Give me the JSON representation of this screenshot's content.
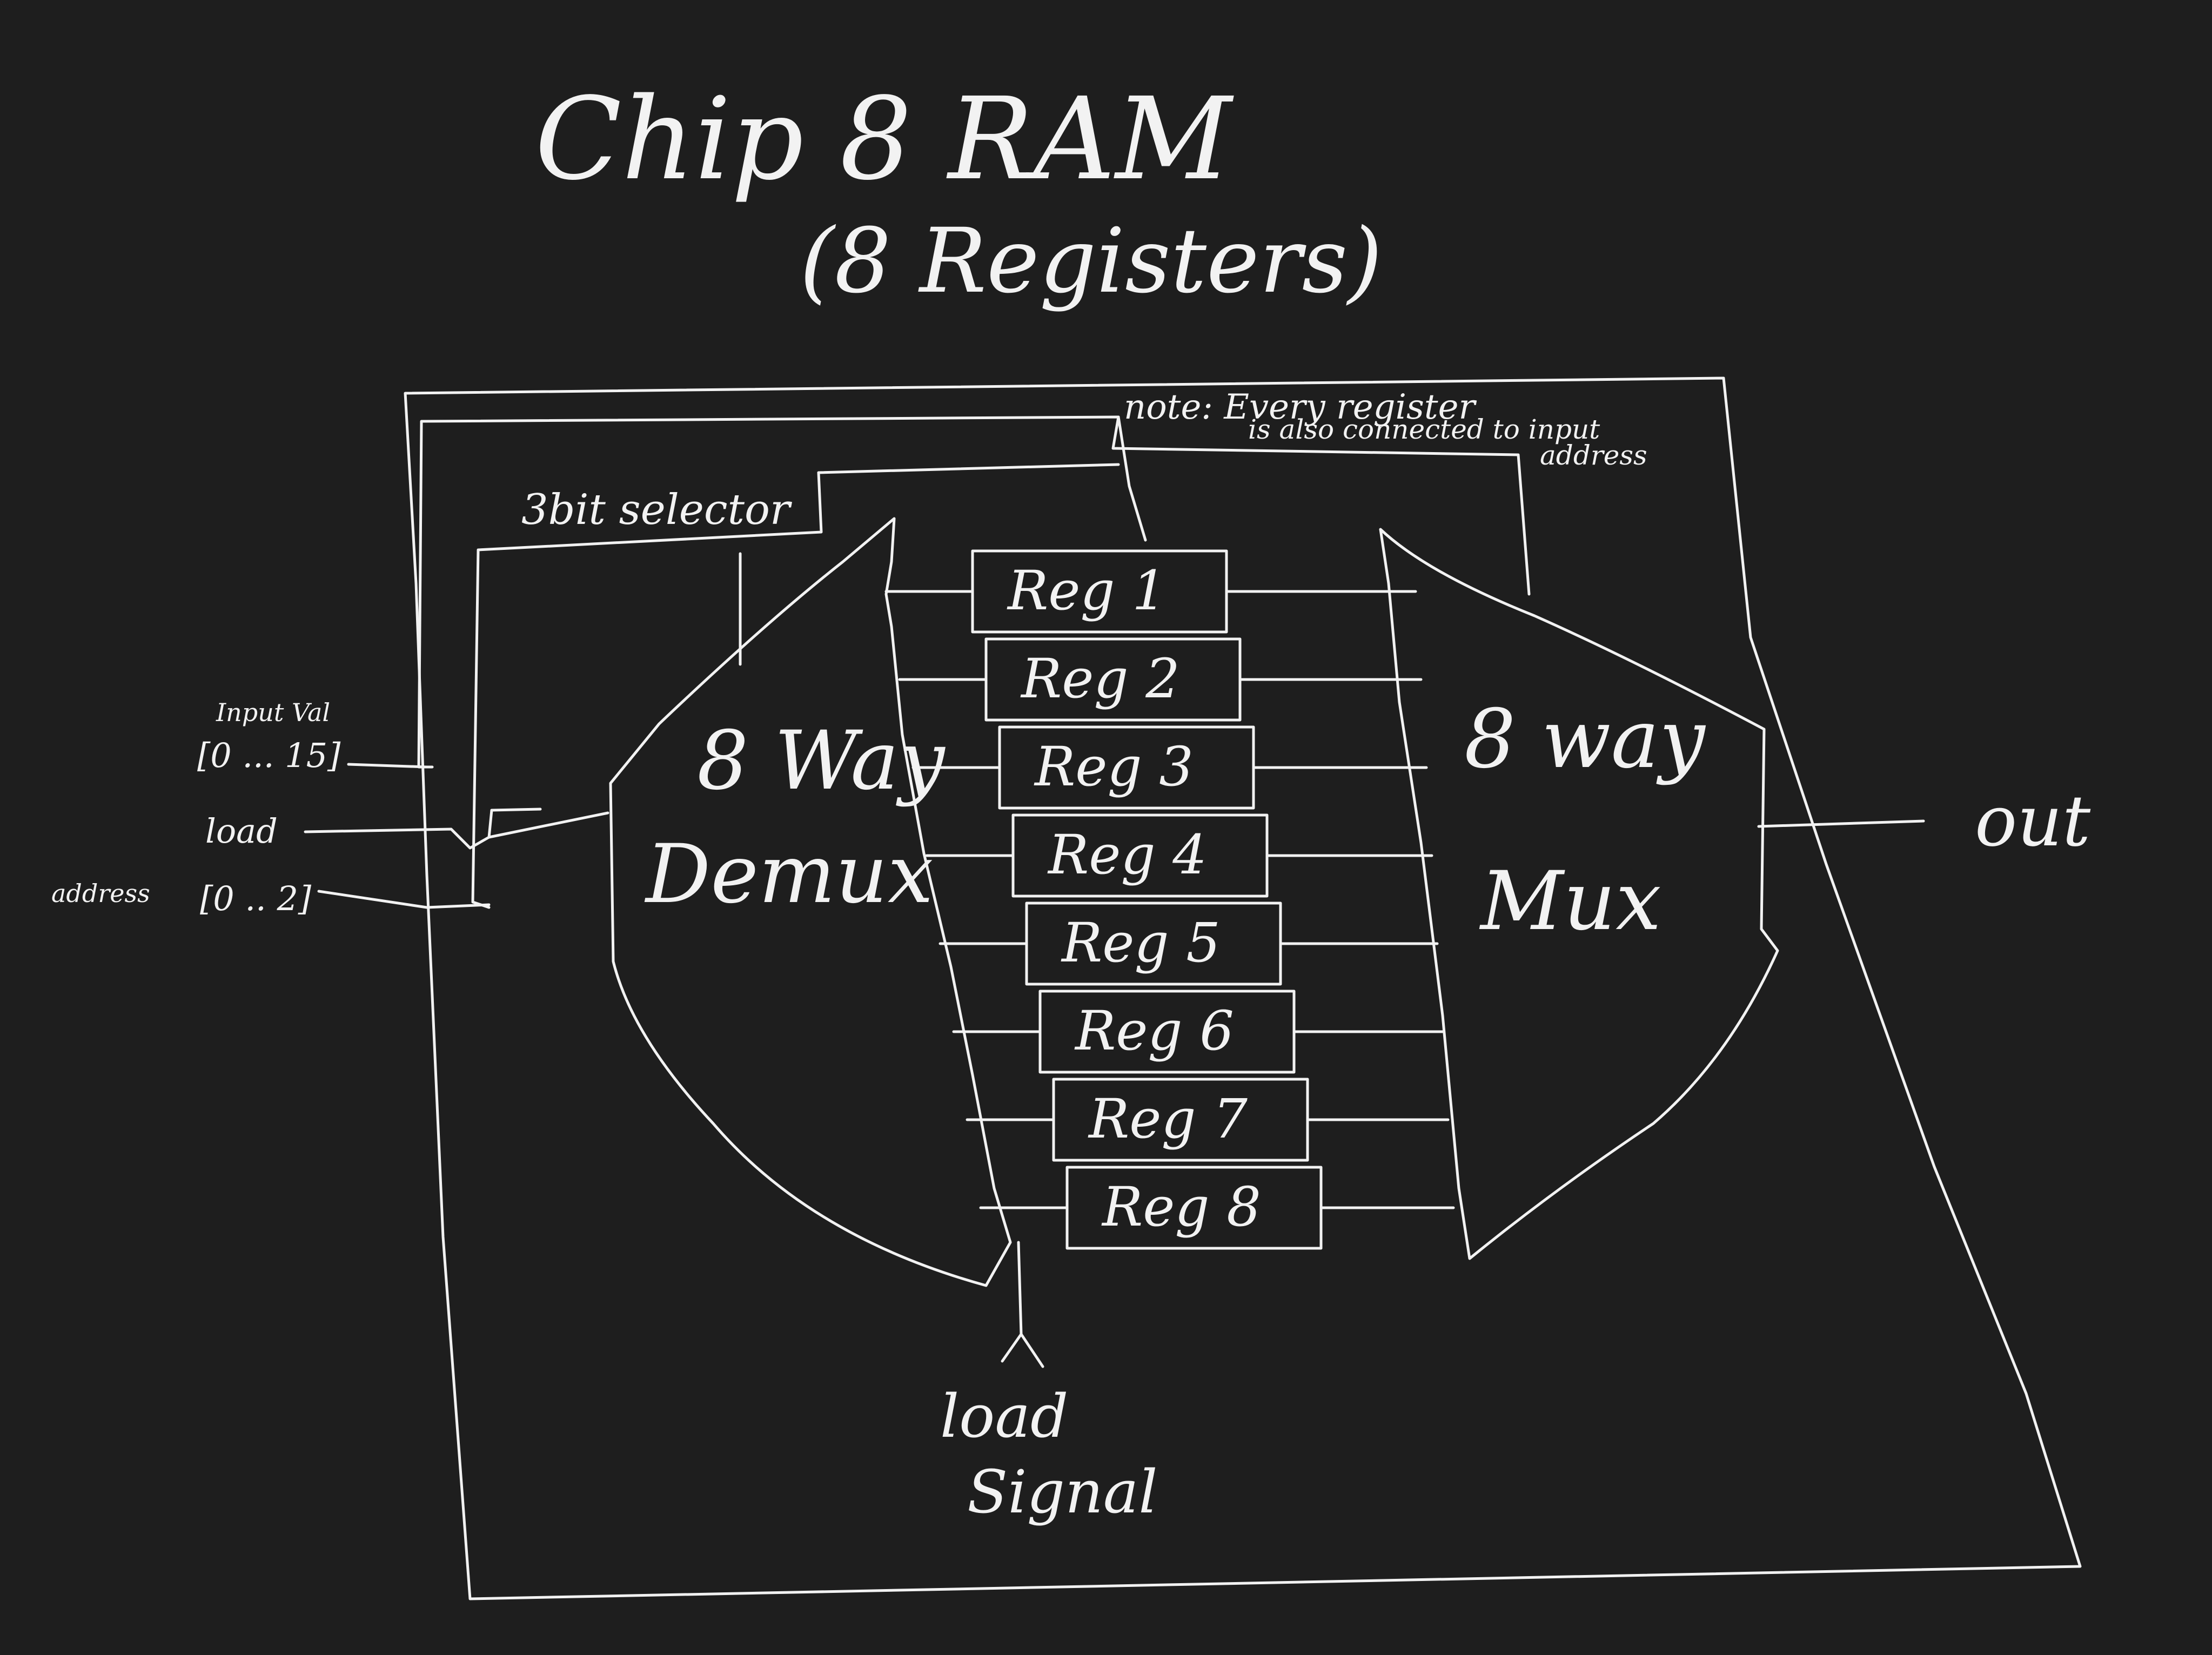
{
  "title": "Chip   8 RAM",
  "subtitle": "(8 Registers)",
  "note": {
    "line1": "note: Every register",
    "line2": "is also connected to input",
    "line3": "address"
  },
  "selector_label": "3bit selector",
  "inputs": {
    "input_val": "Input Val",
    "input_range": "[0 ... 15]",
    "load": "load",
    "address": "address",
    "address_range": "[0 .. 2]"
  },
  "demux": {
    "line1": "8 Way",
    "line2": "Demux"
  },
  "mux": {
    "line1": "8 way",
    "line2": "Mux"
  },
  "registers": [
    "Reg 1",
    "Reg 2",
    "Reg 3",
    "Reg 4",
    "Reg 5",
    "Reg 6",
    "Reg 7",
    "Reg 8"
  ],
  "output": "out",
  "load_signal": {
    "line1": "load",
    "line2": "Signal"
  },
  "ink_color": "#f2f2f2",
  "background_color": "#1e1e1e"
}
